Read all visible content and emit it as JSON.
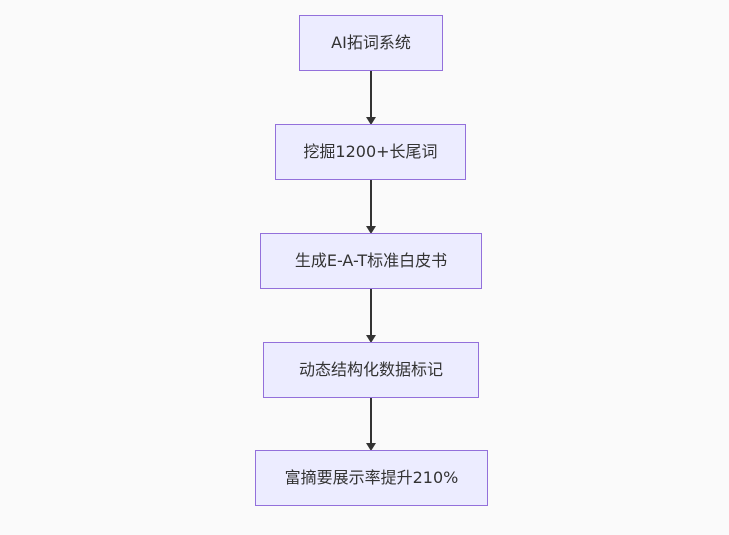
{
  "diagram": {
    "type": "flowchart",
    "direction": "top-down",
    "nodes": [
      {
        "id": "n1",
        "label": "AI拓词系统"
      },
      {
        "id": "n2",
        "label": "挖掘1200+长尾词"
      },
      {
        "id": "n3",
        "label": "生成E-A-T标准白皮书"
      },
      {
        "id": "n4",
        "label": "动态结构化数据标记"
      },
      {
        "id": "n5",
        "label": "富摘要展示率提升210%"
      }
    ],
    "edges": [
      {
        "from": "n1",
        "to": "n2",
        "style": "arrow"
      },
      {
        "from": "n2",
        "to": "n3",
        "style": "arrow"
      },
      {
        "from": "n3",
        "to": "n4",
        "style": "arrow"
      },
      {
        "from": "n4",
        "to": "n5",
        "style": "arrow"
      }
    ],
    "colors": {
      "node_fill": "#ECECFF",
      "node_border": "#9370DB",
      "edge": "#333333",
      "text": "#333333",
      "background": "#fafafa"
    }
  }
}
